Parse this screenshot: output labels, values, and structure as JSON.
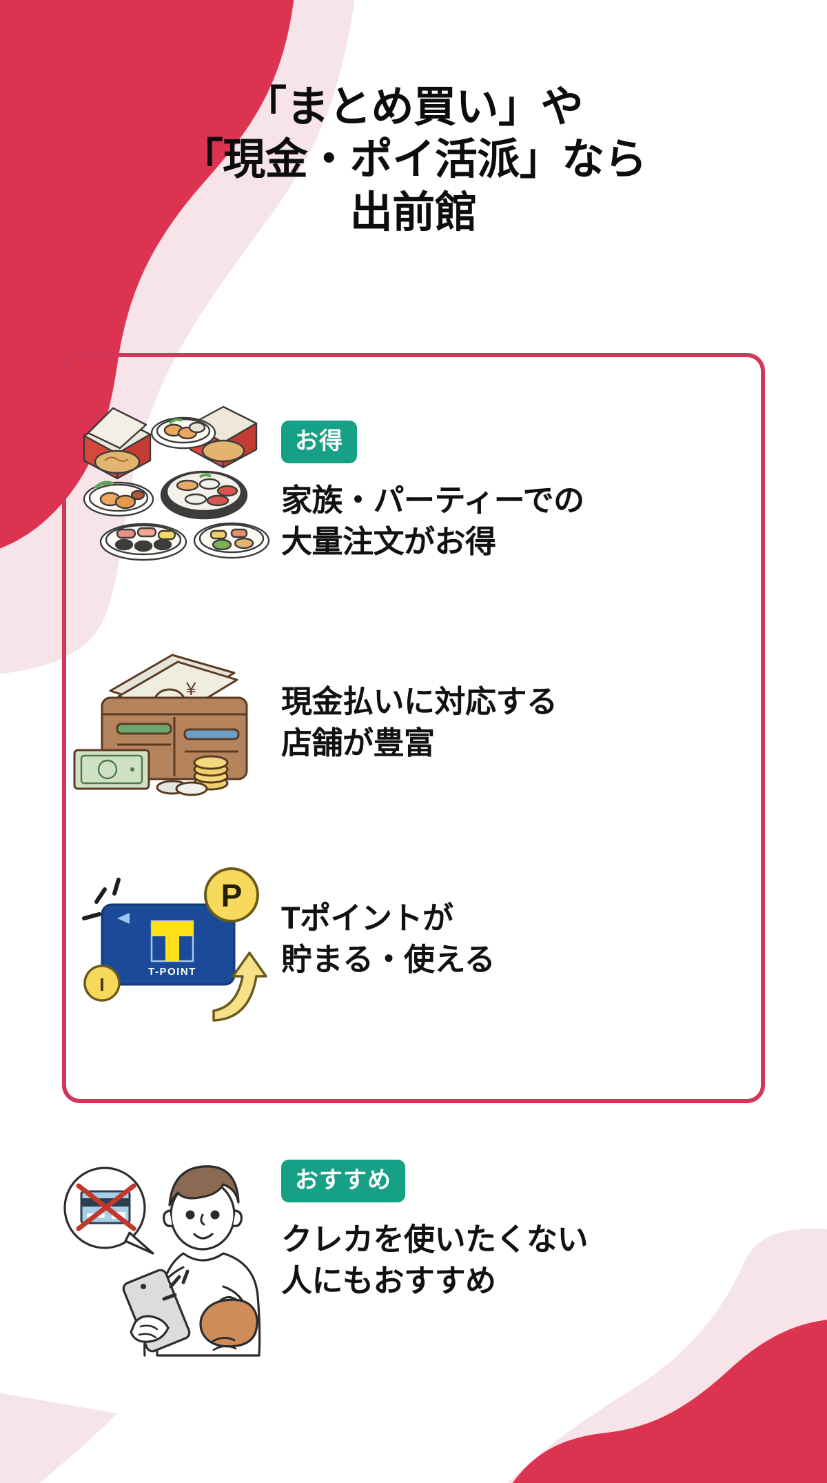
{
  "theme": {
    "brand_red": "#d8374f",
    "brand_red_soft": "#f6e4e9",
    "badge_green": "#16a085",
    "card_border": "#d2375a",
    "text_black": "#111111",
    "tpoint_blue": "#1a4a98",
    "tpoint_yellow": "#ffe01b",
    "coin_yellow": "#f7d95c"
  },
  "title": {
    "line1": "「まとめ買い」や",
    "line2": "「現金・ポイ活派」なら",
    "line3": "出前館"
  },
  "features": [
    {
      "id": "bulk",
      "badge": "お得",
      "text_line1": "家族・パーティーでの",
      "text_line2": "大量注文がお得",
      "art": "party-food-illustration"
    },
    {
      "id": "cash",
      "badge": "",
      "text_line1": "現金払いに対応する",
      "text_line2": "店舗が豊富",
      "art": "wallet-cash-illustration"
    },
    {
      "id": "tpoint",
      "badge": "",
      "text_line1": "Tポイントが",
      "text_line2": "貯まる・使える",
      "art": "tpoint-card-illustration",
      "card_label": "T-POINT",
      "card_letter": "T",
      "coin_letter": "P",
      "coin_letter_small": "I"
    }
  ],
  "recommendation": {
    "badge": "おすすめ",
    "text_line1": "クレカを使いたくない",
    "text_line2": "人にもおすすめ",
    "art": "person-phone-wallet-no-credit-card"
  }
}
